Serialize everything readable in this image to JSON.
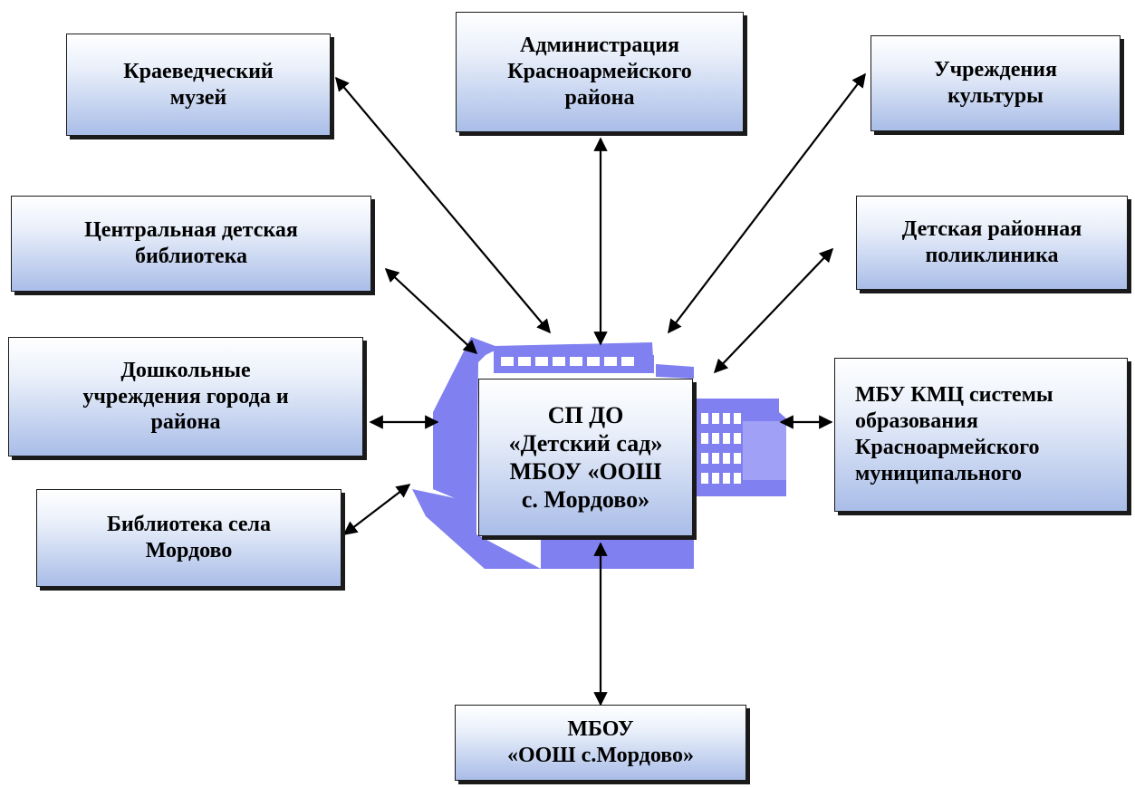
{
  "diagram": {
    "center": {
      "lines": [
        "СП ДО",
        "«Детский сад»",
        "МБОУ «ООШ",
        "с. Мордово»"
      ]
    },
    "nodes": {
      "museum": {
        "lines": [
          "Краеведческий",
          "музей"
        ]
      },
      "administration": {
        "lines": [
          "Администрация",
          "Красноармейского",
          "района"
        ]
      },
      "culture": {
        "lines": [
          "Учреждения",
          "культуры"
        ]
      },
      "central_library": {
        "lines": [
          "Центральная детская",
          "библиотека"
        ]
      },
      "polyclinic": {
        "lines": [
          "Детская районная",
          "поликлиника"
        ]
      },
      "preschools": {
        "lines": [
          "Дошкольные",
          "учреждения города и",
          "района"
        ]
      },
      "mbu_kmc": {
        "lines": [
          "МБУ КМЦ системы",
          "образования",
          "Красноармейского",
          "муниципального"
        ]
      },
      "village_library": {
        "lines": [
          "Библиотека села",
          "Мордово"
        ]
      },
      "school": {
        "lines": [
          "МБОУ",
          "«ООШ с.Мордово»"
        ]
      }
    },
    "colors": {
      "box_gradient_top": "#ffffff",
      "box_gradient_bottom": "#a9bde8",
      "border": "#1a1a1a",
      "building_silhouette": "#8080f0",
      "arrow": "#000000"
    },
    "icons": [
      "school-building-silhouette"
    ]
  }
}
